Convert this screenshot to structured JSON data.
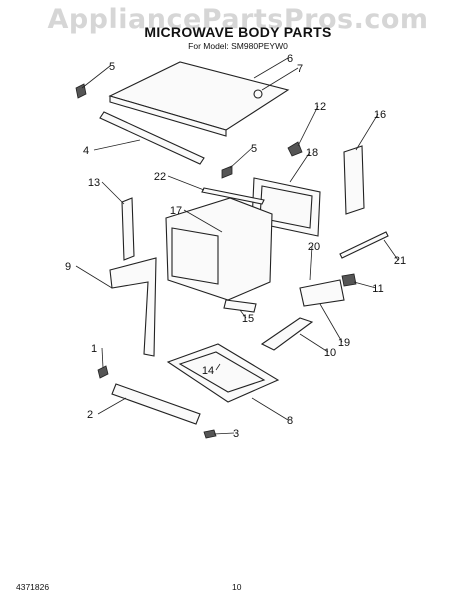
{
  "watermark": "AppliancePartsPros.com",
  "title": "MICROWAVE BODY PARTS",
  "subtitle": "For Model: SM980PEYW0",
  "footer": {
    "doc_number": "4371826",
    "page_number": "10"
  },
  "callouts": [
    "1",
    "2",
    "3",
    "4",
    "5",
    "5",
    "6",
    "7",
    "8",
    "9",
    "10",
    "11",
    "12",
    "13",
    "14",
    "15",
    "16",
    "17",
    "18",
    "19",
    "20",
    "21",
    "22"
  ]
}
